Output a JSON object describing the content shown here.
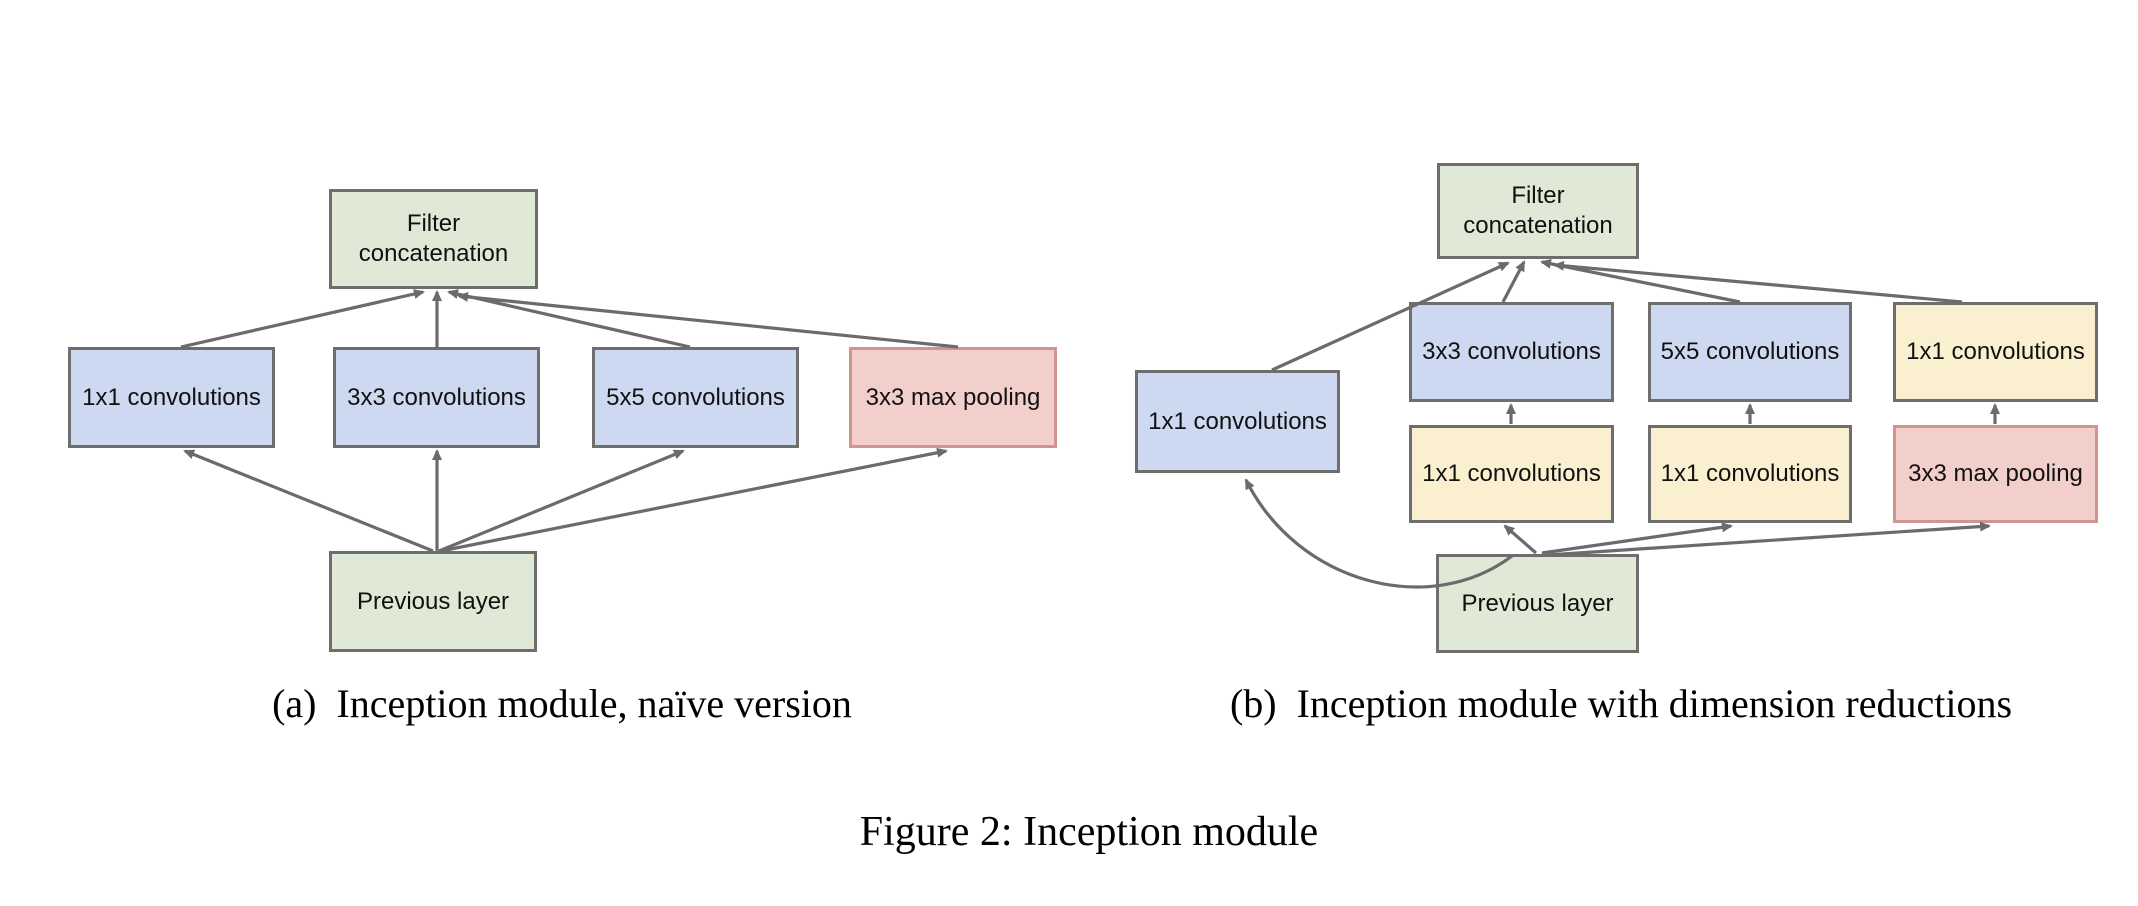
{
  "figure_caption": "Figure 2: Inception module",
  "colors": {
    "node_green": "#dfe9d6",
    "node_blue": "#ccd9f0",
    "node_yellow": "#faf0d0",
    "node_pink": "#f2cfcb",
    "pink_border": "#cf9691",
    "gray_border": "#6e6e6e",
    "arrow_gray": "#6b6b6b"
  },
  "diagram_a": {
    "caption_label": "(a)",
    "caption_text": "Inception module, naïve version",
    "nodes": {
      "concat": {
        "label": "Filter\nconcatenation"
      },
      "conv1": {
        "label": "1x1 convolutions"
      },
      "conv3": {
        "label": "3x3 convolutions"
      },
      "conv5": {
        "label": "5x5 convolutions"
      },
      "pool": {
        "label": "3x3 max pooling"
      },
      "prev": {
        "label": "Previous layer"
      }
    },
    "edges": [
      {
        "from": "prev",
        "to": "conv1"
      },
      {
        "from": "prev",
        "to": "conv3"
      },
      {
        "from": "prev",
        "to": "conv5"
      },
      {
        "from": "prev",
        "to": "pool"
      },
      {
        "from": "conv1",
        "to": "concat"
      },
      {
        "from": "conv3",
        "to": "concat"
      },
      {
        "from": "conv5",
        "to": "concat"
      },
      {
        "from": "pool",
        "to": "concat"
      }
    ]
  },
  "diagram_b": {
    "caption_label": "(b)",
    "caption_text": "Inception module with dimension reductions",
    "nodes": {
      "concat": {
        "label": "Filter\nconcatenation"
      },
      "conv1_left": {
        "label": "1x1 convolutions"
      },
      "conv3": {
        "label": "3x3 convolutions"
      },
      "conv5": {
        "label": "5x5 convolutions"
      },
      "conv1_right": {
        "label": "1x1 convolutions"
      },
      "conv1_reduce_3x3": {
        "label": "1x1 convolutions"
      },
      "conv1_reduce_5x5": {
        "label": "1x1 convolutions"
      },
      "pool": {
        "label": "3x3 max pooling"
      },
      "prev": {
        "label": "Previous layer"
      }
    },
    "edges": [
      {
        "from": "prev",
        "to": "conv1_left"
      },
      {
        "from": "prev",
        "to": "conv1_reduce_3x3"
      },
      {
        "from": "prev",
        "to": "conv1_reduce_5x5"
      },
      {
        "from": "prev",
        "to": "pool"
      },
      {
        "from": "conv1_reduce_3x3",
        "to": "conv3"
      },
      {
        "from": "conv1_reduce_5x5",
        "to": "conv5"
      },
      {
        "from": "pool",
        "to": "conv1_right"
      },
      {
        "from": "conv1_left",
        "to": "concat"
      },
      {
        "from": "conv3",
        "to": "concat"
      },
      {
        "from": "conv5",
        "to": "concat"
      },
      {
        "from": "conv1_right",
        "to": "concat"
      }
    ]
  }
}
